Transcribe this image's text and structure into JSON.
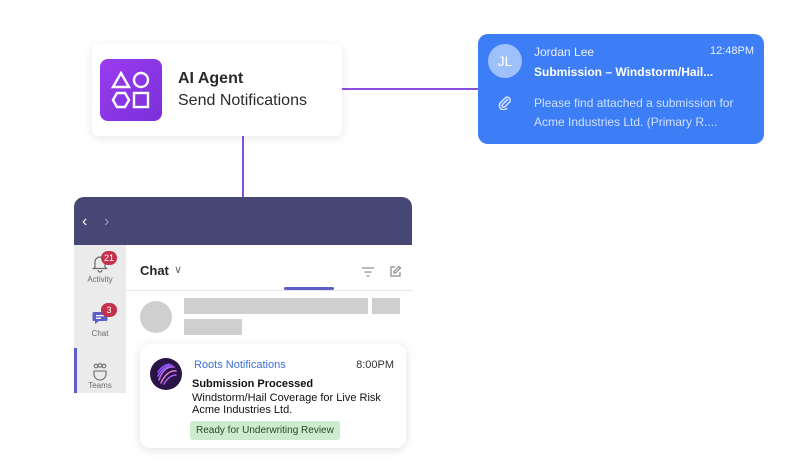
{
  "agent": {
    "title": "AI Agent",
    "subtitle": "Send Notifications",
    "icon": "shapes-icon",
    "color": "#8b36e8"
  },
  "email": {
    "avatar_initials": "JL",
    "from": "Jordan Lee",
    "time": "12:48PM",
    "subject": "Submission – Windstorm/Hail...",
    "preview_line1": "Please find attached a submission for",
    "preview_line2": "Acme Industries Ltd. (Primary R....",
    "color": "#3d7df6"
  },
  "teams": {
    "rail": {
      "activity_label": "Activity",
      "activity_badge": "21",
      "chat_label": "Chat",
      "chat_badge": "3",
      "teams_label": "Teams"
    },
    "chat_header": "Chat",
    "color": "#464775"
  },
  "notification": {
    "sender": "Roots Notifications",
    "time": "8:00PM",
    "title": "Submission Processed",
    "line1": "Windstorm/Hail Coverage for Live Risk",
    "line2": "Acme Industries Ltd.",
    "status": "Ready for Underwriting Review"
  }
}
